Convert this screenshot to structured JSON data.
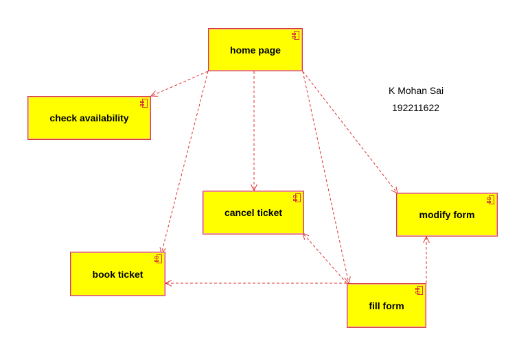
{
  "colors": {
    "component_fill": "#ffff00",
    "component_border": "#d83a3a",
    "edge": "#e03030",
    "text": "#000000"
  },
  "components": [
    {
      "id": "home",
      "label": "home page"
    },
    {
      "id": "check",
      "label": "check availability"
    },
    {
      "id": "cancel",
      "label": "cancel ticket"
    },
    {
      "id": "modify",
      "label": "modify form"
    },
    {
      "id": "book",
      "label": "book ticket"
    },
    {
      "id": "fill",
      "label": "fill form"
    }
  ],
  "dependencies": [
    {
      "from": "home",
      "to": "check",
      "style": "dashed",
      "arrow": "open"
    },
    {
      "from": "home",
      "to": "book",
      "style": "dashed",
      "arrow": "open"
    },
    {
      "from": "home",
      "to": "cancel",
      "style": "dashed",
      "arrow": "open"
    },
    {
      "from": "home",
      "to": "fill",
      "style": "dashed",
      "arrow": "open"
    },
    {
      "from": "home",
      "to": "modify",
      "style": "dashed",
      "arrow": "open"
    },
    {
      "from": "fill",
      "to": "cancel",
      "style": "dashed",
      "arrow": "open"
    },
    {
      "from": "fill",
      "to": "book",
      "style": "dashed",
      "arrow": "open"
    },
    {
      "from": "fill",
      "to": "modify",
      "style": "dashed",
      "arrow": "open"
    }
  ],
  "author": {
    "name": "K Mohan Sai",
    "id": "192211622"
  },
  "icon": "uml-component-icon"
}
